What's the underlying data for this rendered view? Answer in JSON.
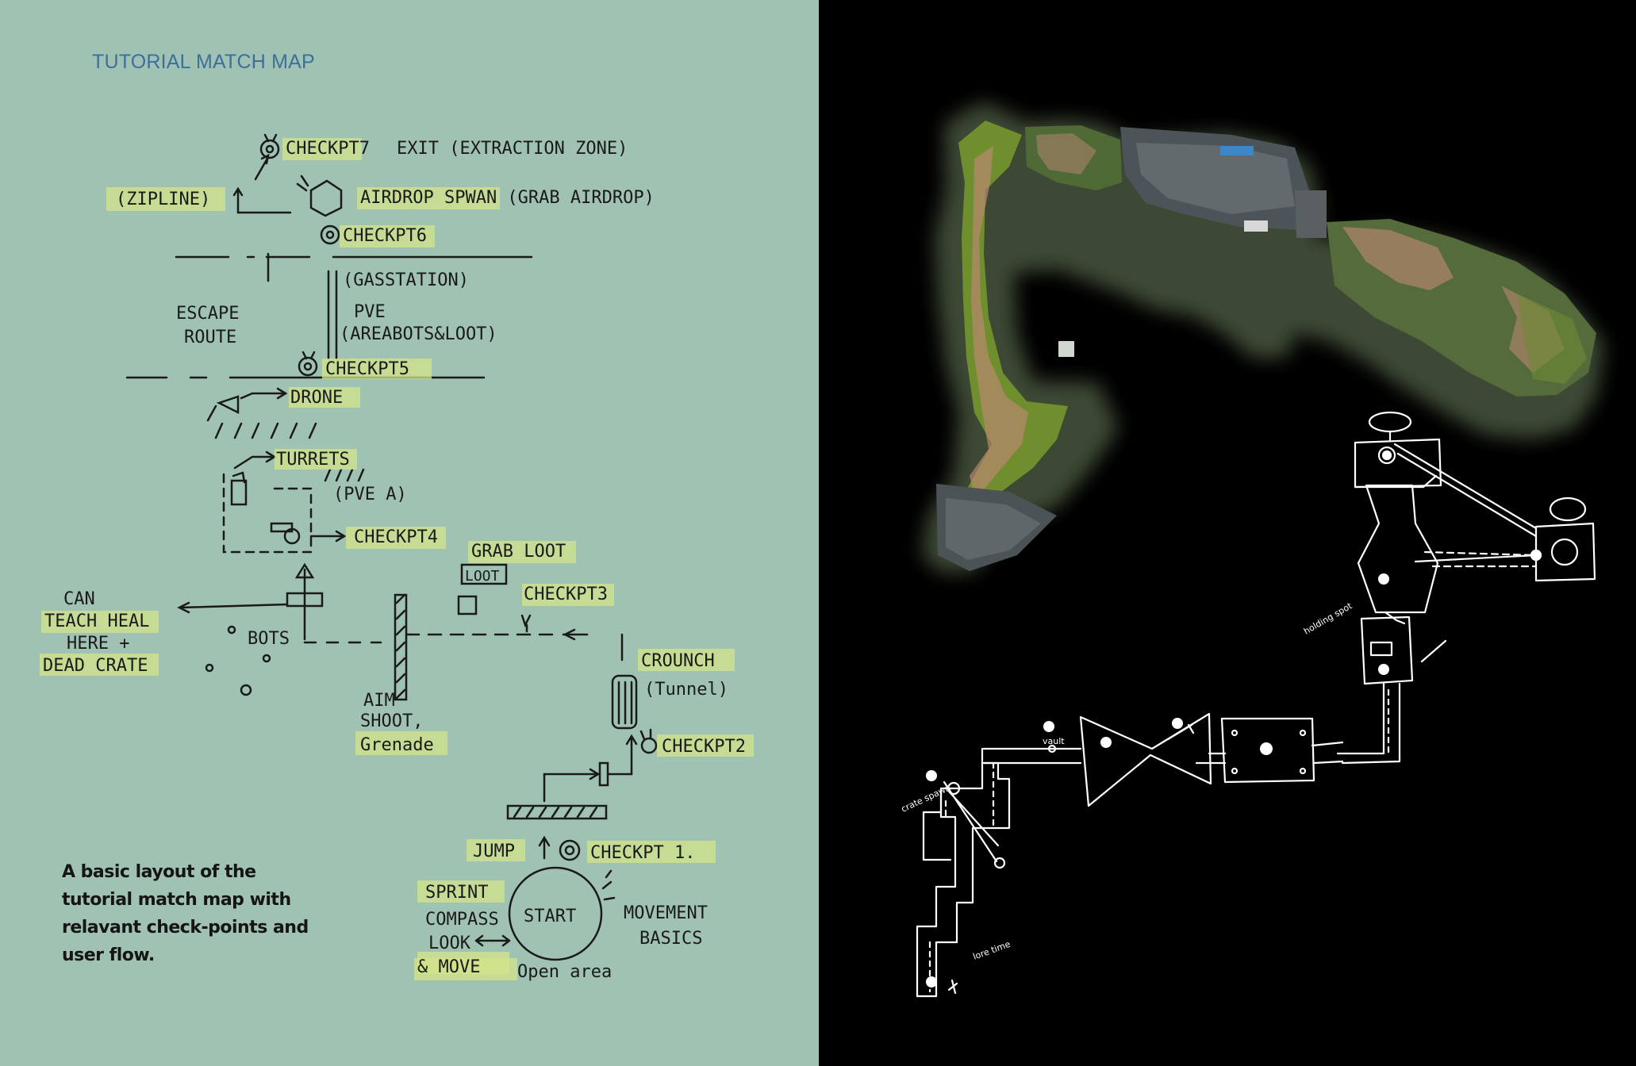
{
  "title": "TUTORIAL MATCH MAP",
  "caption": "A basic layout of the tutorial match map with relavant check-points and user flow.",
  "sketch": {
    "checkpt7": "CHECKPT7",
    "exit": "EXIT (EXTRACTION ZONE)",
    "zipline": "(ZIPLINE)",
    "airdrop": "AIRDROP SPWAN (GRAB AIRDROP)",
    "checkpt6": "CHECKPT6",
    "gasstation": "(GASSTATION)",
    "escape_1": "ESCAPE",
    "escape_2": "ROUTE",
    "pve": "PVE",
    "areabots": "(AREABOTS&LOOT)",
    "checkpt5": "CHECKPT5",
    "drone": "DRONE",
    "turrets": "TURRETS",
    "pvea": "(PVE A)",
    "checkpt4": "CHECKPT4",
    "grab_loot": "GRAB LOOT",
    "loot": "LOOT",
    "checkpt3": "CHECKPT3",
    "can_1": "CAN",
    "can_2": "TEACH HEAL",
    "can_3": "HERE +",
    "can_4": "DEAD CRATE",
    "bots": "BOTS",
    "crounch": "CROUNCH",
    "tunnel": "(Tunnel)",
    "aim_1": "AIM",
    "aim_2": "SHOOT,",
    "aim_3": "Grenade",
    "checkpt2": "CHECKPT2",
    "jump": "JUMP",
    "checkpt1": "CHECKPT 1.",
    "sprint": "SPRINT",
    "compass": "COMPASS",
    "look": "LOOK",
    "move": "& MOVE",
    "start": "START",
    "movement_1": "MOVEMENT",
    "movement_2": "BASICS",
    "open_area": "Open area"
  },
  "white_sketch": {
    "vault": "vault",
    "crate_spawn": "crate spawn",
    "holding_spot": "holding spot",
    "lore_time": "lore time"
  },
  "colors": {
    "left_bg": "#9fc2b3",
    "title": "#3e6f9a",
    "highlight": "#d3e48a",
    "right_bg": "#000000"
  }
}
